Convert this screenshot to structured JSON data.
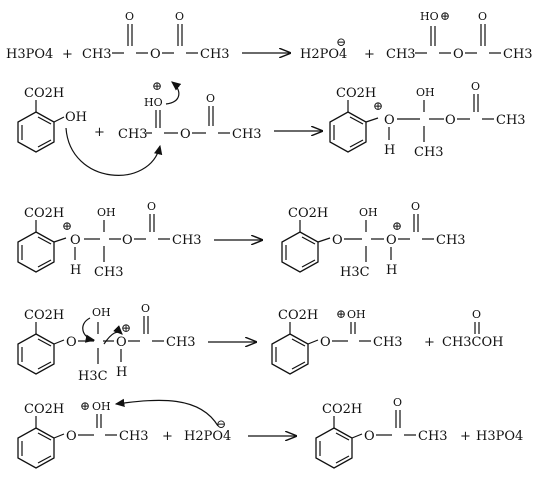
{
  "scheme": {
    "step1": {
      "reactant1": "H3PO4",
      "plus": "+",
      "anhydride_left_methyl": "CH3",
      "carbonyl_o": "O",
      "bridge_o": "O",
      "anhydride_right_methyl": "CH3",
      "product1": "H2PO4",
      "product1_charge": "⊖",
      "plus2": "+",
      "protonated_ho": "HO",
      "protonated_charge": "⊕",
      "prot_left_methyl": "CH3",
      "prot_bridge_o": "O",
      "prot_carbonyl_o": "O",
      "prot_right_methyl": "CH3"
    },
    "step2": {
      "acid_group": "CO2H",
      "phenol_oh": "OH",
      "plus": "+",
      "ho": "HO",
      "charge": "⊕",
      "left_methyl": "CH3",
      "bridge_o": "O",
      "carbonyl_o": "O",
      "right_methyl": "CH3",
      "prod_acid": "CO2H",
      "prod_o": "O",
      "prod_charge": "⊕",
      "prod_h": "H",
      "prod_oh": "OH",
      "prod_bridge_o": "O",
      "prod_carbonyl_o": "O",
      "prod_methyl_right": "CH3",
      "prod_methyl_down": "CH3"
    },
    "step3": {
      "acid": "CO2H",
      "o_plus": "O",
      "charge": "⊕",
      "h": "H",
      "oh": "OH",
      "bridge_o": "O",
      "carbonyl_o": "O",
      "methyl_right": "CH3",
      "methyl_down": "CH3",
      "prod_acid": "CO2H",
      "prod_o": "O",
      "prod_oh": "OH",
      "prod_bridge_o": "O",
      "prod_charge": "⊕",
      "prod_h": "H",
      "prod_carbonyl_o": "O",
      "prod_methyl_right": "CH3",
      "prod_methyl_down": "H3C"
    },
    "step4": {
      "acid": "CO2H",
      "o": "O",
      "oh": "OH",
      "bridge_o": "O",
      "charge": "⊕",
      "h": "H",
      "carbonyl_o": "O",
      "methyl_right": "CH3",
      "methyl_down": "H3C",
      "prod_acid": "CO2H",
      "prod_o": "O",
      "prod_oh": "OH",
      "prod_charge": "⊕",
      "prod_methyl": "CH3",
      "plus": "+",
      "acetic_carbonyl": "O",
      "acetic_acid": "CH3COH"
    },
    "step5": {
      "acid": "CO2H",
      "o": "O",
      "oh": "OH",
      "charge": "⊕",
      "methyl": "CH3",
      "plus": "+",
      "base": "H2PO4",
      "base_charge": "⊖",
      "prod_acid": "CO2H",
      "prod_o": "O",
      "prod_carbonyl": "O",
      "prod_methyl": "CH3",
      "plus2": "+",
      "regenerated": "H3PO4"
    }
  }
}
